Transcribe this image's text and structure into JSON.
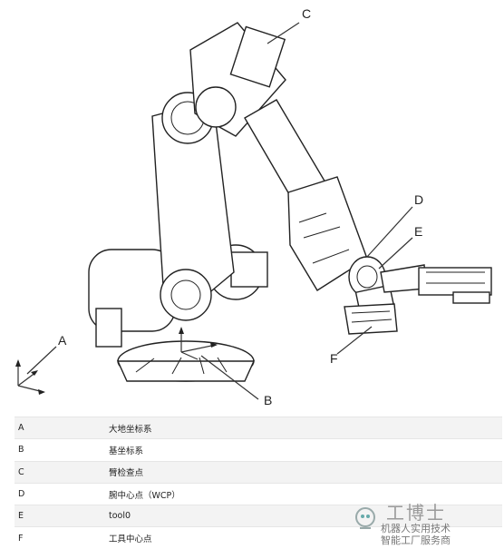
{
  "callouts": {
    "a": "A",
    "b": "B",
    "c": "C",
    "d": "D",
    "e": "E",
    "f": "F"
  },
  "legend": [
    {
      "key": "A",
      "value": "大地坐标系"
    },
    {
      "key": "B",
      "value": "基坐标系"
    },
    {
      "key": "C",
      "value": "臂检查点"
    },
    {
      "key": "D",
      "value": "腕中心点（WCP）"
    },
    {
      "key": "E",
      "value": "tool0"
    },
    {
      "key": "F",
      "value": "工具中心点"
    }
  ],
  "watermark": {
    "brand": "工博士",
    "line1": "机器人实用技术",
    "line2": "智能工厂服务商"
  }
}
